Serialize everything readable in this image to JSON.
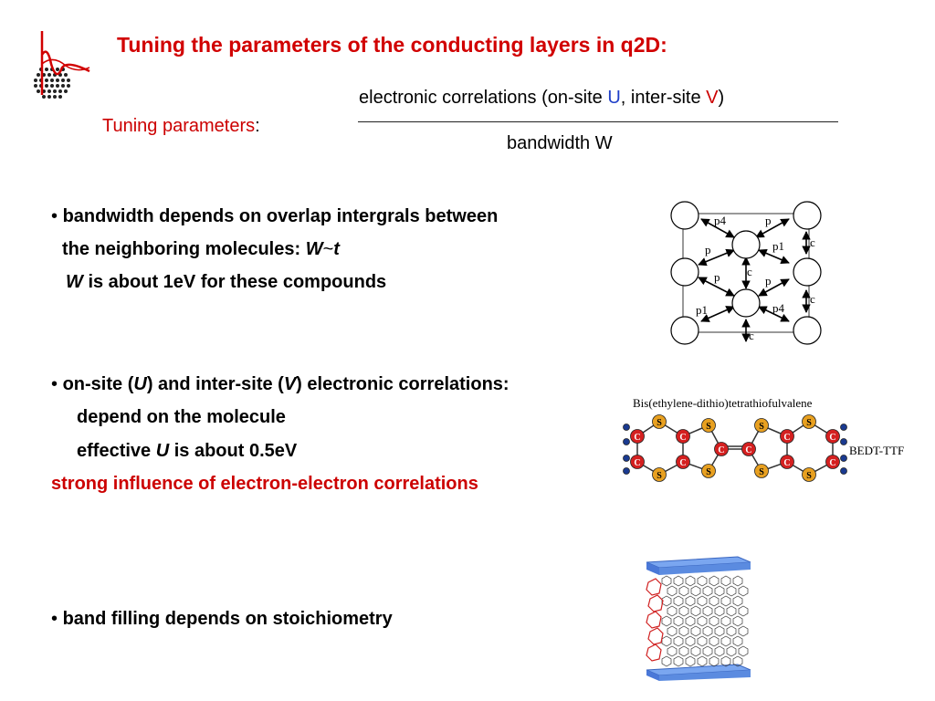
{
  "header": {
    "title": "Tuning the parameters of the conducting layers in q2D:"
  },
  "tuning": {
    "label": "Tuning parameters",
    "colon": ":",
    "numerator_prefix": "electronic correlations (on-site ",
    "U": "U",
    "numerator_mid": ", inter-site ",
    "V": "V",
    "numerator_suffix": ")",
    "denominator": "bandwidth W"
  },
  "bandwidth": {
    "bullet": "•",
    "line1": "bandwidth depends on overlap intergrals between",
    "line2_prefix": "the neighboring molecules: ",
    "line2_W": "W",
    "line2_tilde": "~",
    "line2_t": "t",
    "line3_W": "W",
    "line3_rest": " is about 1eV for these compounds"
  },
  "correlations": {
    "bullet": "•",
    "l1_a": "on-site (",
    "l1_U": "U",
    "l1_b": ") and inter-site (",
    "l1_V": "V",
    "l1_c": ") electronic correlations:",
    "line2": "depend on the molecule",
    "l3_a": "effective ",
    "l3_U": "U",
    "l3_b": " is about 0.5eV",
    "line4": "strong influence of electron-electron correlations"
  },
  "filling": {
    "bullet": "•",
    "text": "band filling depends on stoichiometry"
  },
  "lattice": {
    "labels": [
      "p4",
      "p",
      "p",
      "p1",
      "c",
      "p",
      "c",
      "p",
      "c",
      "p1",
      "p4",
      "c"
    ]
  },
  "molecule": {
    "name": "Bis(ethylene-dithio)tetrathiofulvalene",
    "abbrev": "BEDT-TTF",
    "sulfur": "S",
    "carbon": "C"
  },
  "colors": {
    "title": "#d10000",
    "accent_blue": "#1f3fc8",
    "sulfur": "#e8a020",
    "carbon": "#d42020",
    "hydrogen": "#1a3a90",
    "slab": "#5b8be0"
  }
}
